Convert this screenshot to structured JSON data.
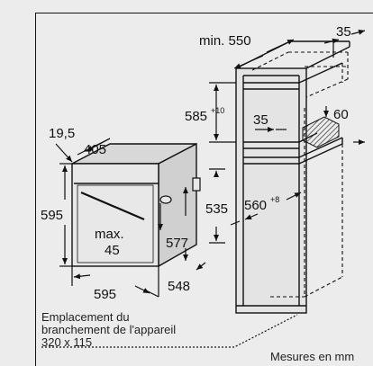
{
  "dimensions": {
    "min_550": "min. 550",
    "d35_top": "35",
    "d585": "585",
    "d585_sup": "+10",
    "d35_mid": "35",
    "d60": "60",
    "d560": "560",
    "d560_sup": "+8",
    "d19_5": "19,5",
    "d405": "405",
    "d595_height": "595",
    "d535": "535",
    "max_label": "max.",
    "max_value": "45",
    "d577": "577",
    "d595_width": "595",
    "d548": "548"
  },
  "caption": {
    "line1": "Emplacement du",
    "line2": "branchement de l'appareil",
    "line3": "320 x 115"
  },
  "note": "Mesures en mm"
}
